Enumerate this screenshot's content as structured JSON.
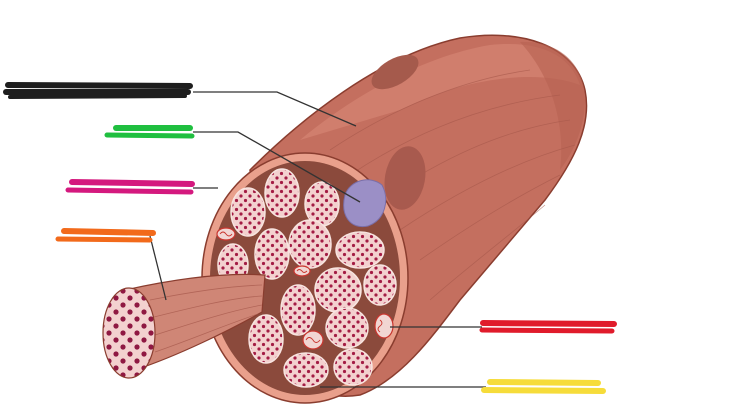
{
  "figure": {
    "caption": "",
    "labels": [
      {
        "id": "muscle-fiber",
        "text": "",
        "color": "#1e1e1e"
      },
      {
        "id": "nucleus",
        "text": "",
        "color": "#1fbf3f"
      },
      {
        "id": "sarcolemma",
        "text": "",
        "color": "#d4197e"
      },
      {
        "id": "myofibril",
        "text": "",
        "color": "#f26a1b"
      },
      {
        "id": "mitochondrion",
        "text": "",
        "color": "#e01b2b"
      },
      {
        "id": "sarcoplasm",
        "text": "",
        "color": "#f6dc3a"
      }
    ]
  },
  "colors": {
    "fiber_fill": "#c46f5f",
    "fiber_outline": "#8a3d2f",
    "cross_section": "#8b4a3c",
    "myofibril_fill": "#f3d1cf",
    "dot": "#a31c44",
    "nucleus": "#9b8fc6"
  }
}
